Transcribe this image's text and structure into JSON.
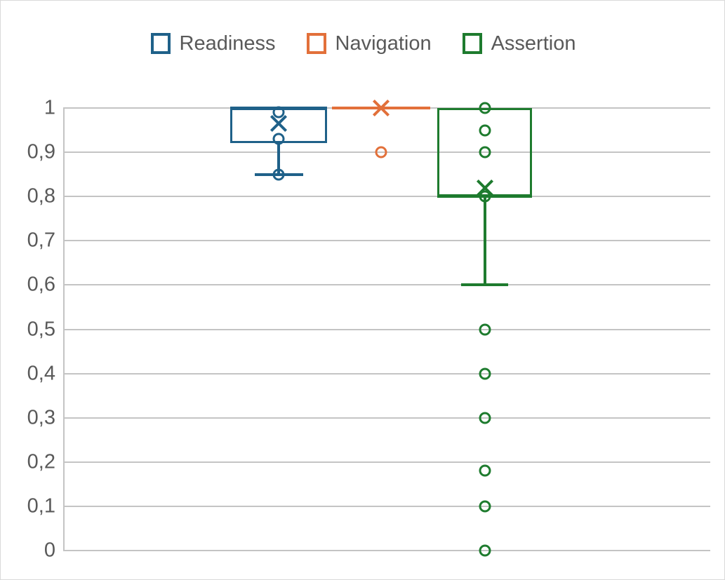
{
  "chart_data": {
    "type": "box",
    "title": "",
    "xlabel": "",
    "ylabel": "",
    "ylim": [
      0,
      1
    ],
    "grid": true,
    "legend_position": "top",
    "y_ticks": [
      "0",
      "0,1",
      "0,2",
      "0,3",
      "0,4",
      "0,5",
      "0,6",
      "0,7",
      "0,8",
      "0,9",
      "1"
    ],
    "y_tick_values": [
      0,
      0.1,
      0.2,
      0.3,
      0.4,
      0.5,
      0.6,
      0.7,
      0.8,
      0.9,
      1.0
    ],
    "decimal_separator": ",",
    "series": [
      {
        "name": "Readiness",
        "color": "#1F6189",
        "q1": 0.92,
        "median": 1.0,
        "q3": 1.0,
        "whisker_low": 0.85,
        "whisker_high": 1.0,
        "mean": 0.965,
        "points": [
          0.99,
          0.93,
          0.85
        ],
        "outliers": []
      },
      {
        "name": "Navigation",
        "color": "#E2703A",
        "q1": 1.0,
        "median": 1.0,
        "q3": 1.0,
        "whisker_low": 1.0,
        "whisker_high": 1.0,
        "mean": 1.0,
        "points": [],
        "outliers": [
          0.9
        ]
      },
      {
        "name": "Assertion",
        "color": "#1E7B2E",
        "q1": 0.8,
        "median": 0.8,
        "q3": 1.0,
        "whisker_low": 0.6,
        "whisker_high": 1.0,
        "mean": 0.82,
        "points": [
          1.0,
          0.95,
          0.9,
          0.8
        ],
        "outliers": [
          0.5,
          0.4,
          0.3,
          0.18,
          0.1,
          0.0
        ]
      }
    ]
  },
  "legend": {
    "items": [
      {
        "label": "Readiness",
        "color": "#1F6189"
      },
      {
        "label": "Navigation",
        "color": "#E2703A"
      },
      {
        "label": "Assertion",
        "color": "#1E7B2E"
      }
    ]
  },
  "axis": {
    "tick_labels": [
      "1",
      "0,9",
      "0,8",
      "0,7",
      "0,6",
      "0,5",
      "0,4",
      "0,3",
      "0,2",
      "0,1",
      "0"
    ]
  },
  "colors": {
    "grid": "#c4c4c4",
    "text": "#595959",
    "background": "#ffffff",
    "border": "#d9d9d9"
  }
}
